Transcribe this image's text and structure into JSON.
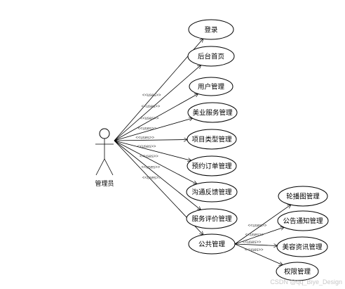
{
  "actor": {
    "name": "管理员"
  },
  "relation_label": "<<uses>>",
  "use_cases": [
    {
      "id": "login",
      "label": "登录"
    },
    {
      "id": "backend-home",
      "label": "后台首页"
    },
    {
      "id": "user-mgmt",
      "label": "用户管理"
    },
    {
      "id": "beauty-service-mgmt",
      "label": "美业服务管理"
    },
    {
      "id": "project-type-mgmt",
      "label": "项目类型管理"
    },
    {
      "id": "booking-order-mgmt",
      "label": "预约订单管理"
    },
    {
      "id": "feedback-mgmt",
      "label": "沟通反馈管理"
    },
    {
      "id": "service-review-mgmt",
      "label": "服务评价管理"
    },
    {
      "id": "public-mgmt",
      "label": "公共管理"
    }
  ],
  "sub_use_cases": [
    {
      "id": "carousel-mgmt",
      "label": "轮播图管理"
    },
    {
      "id": "notice-mgmt",
      "label": "公告通知管理"
    },
    {
      "id": "beauty-news-mgmt",
      "label": "美容资讯管理"
    },
    {
      "id": "permission-mgmt",
      "label": "权限管理"
    }
  ],
  "watermark": "CSDN @qq_Biye_Design"
}
